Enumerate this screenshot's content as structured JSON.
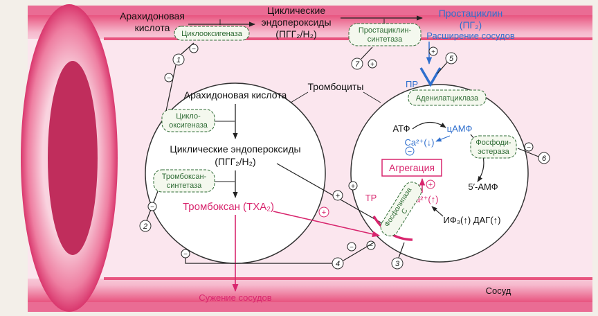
{
  "top": {
    "arachidonic_1": "Арахидоновая",
    "arachidonic_2": "кислота",
    "cyclic_1": "Циклические",
    "cyclic_2": "эндопероксиды",
    "cyclic_3": "(ПГГ₂/Н₂)",
    "cox": "Циклооксигеназа",
    "pcs_1": "Простациклин-",
    "pcs_2": "синтетаза",
    "prostacyclin_1": "Простациклин",
    "prostacyclin_2": "(ПГ₂)",
    "vasodilation": "Расширение сосудов"
  },
  "left_cell": {
    "arachidonic": "Арахидоновая кислота",
    "cox_1": "Цикло-",
    "cox_2": "оксигеназа",
    "cyclic_1": "Циклические эндопероксиды",
    "cyclic_2": "(ПГГ₂/Н₂)",
    "txs_1": "Тромбоксан-",
    "txs_2": "синтетаза",
    "thromboxane": "Тромбоксан (ТХА₂)"
  },
  "right_cell": {
    "pr": "ПР",
    "adenylate_cyclase": "Аденилатциклаза",
    "atp": "АТФ",
    "camp": "цАМФ",
    "ca_down": "Ca²⁺(↓)",
    "aggregation": "Агрегация",
    "pde_1": "Фосфоди-",
    "pde_2": "эстераза",
    "amp": "5′-АМФ",
    "ca_up": "Ca²⁺(↑)",
    "ip3_dag": "ИФ₃(↑) ДАГ(↑)",
    "tr": "ТР",
    "plc_1": "Фосфолипаза",
    "plc_2": "С"
  },
  "labels": {
    "platelets": "Тромбоциты",
    "vasoconstriction": "Сужение сосудов",
    "vessel": "Сосуд"
  },
  "numbers": [
    "1",
    "2",
    "3",
    "4",
    "5",
    "6",
    "7"
  ],
  "signs": {
    "plus": "+",
    "minus": "−"
  },
  "colors": {
    "vessel_pink": "#e0427a",
    "vessel_light": "#f7c6d6",
    "accent_blue": "#2f6fce",
    "accent_magenta": "#d8266e",
    "enzyme_green": "#2e6b34"
  }
}
